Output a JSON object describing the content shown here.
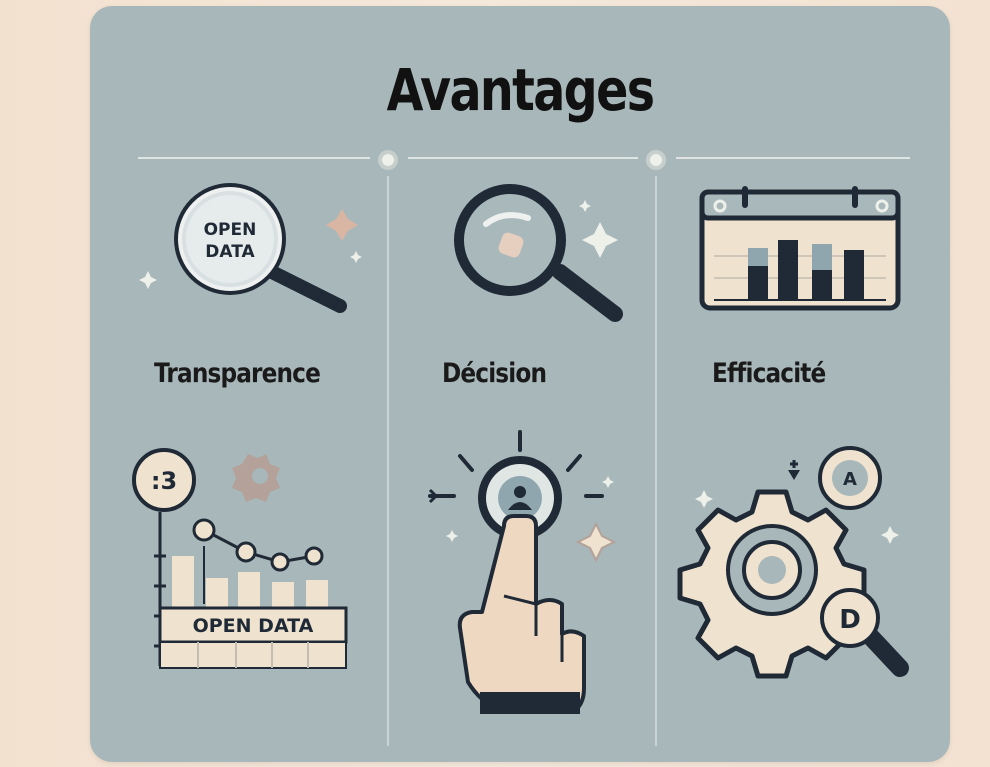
{
  "title": "Avantages",
  "columns": [
    {
      "label": "Transparence",
      "top_badge": "OPEN\nDATA",
      "bottom_badge": ":3",
      "bottom_banner": "OPEN DATA"
    },
    {
      "label": "Décision"
    },
    {
      "label": "Efficacité",
      "badge_letter": "D",
      "small_badge": "A"
    }
  ],
  "colors": {
    "panel": "#a8b7b9",
    "dark": "#1f2a36",
    "cream": "#efe3cf",
    "accent": "#d9b5a3"
  }
}
